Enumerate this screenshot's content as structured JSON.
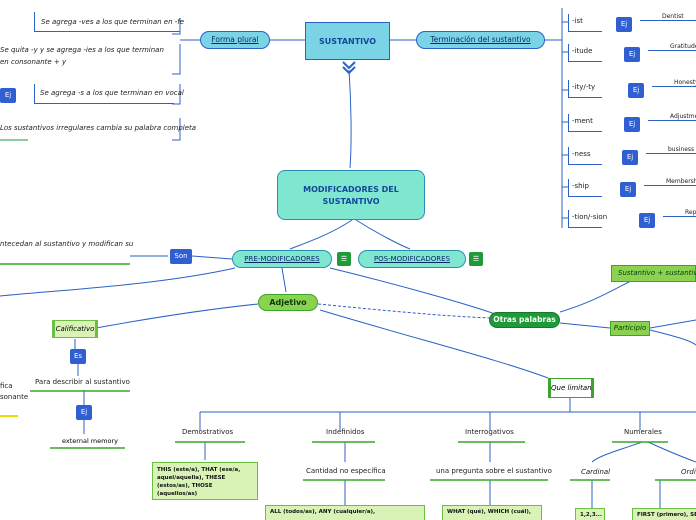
{
  "colors": {
    "line": "#2b62c6",
    "blue": "#2f5fd1",
    "teal": "#7ad4e6",
    "aqua": "#7fe6d0",
    "green": "#8ad24f",
    "dark_green": "#1f9a39"
  },
  "top_left": {
    "items": [
      "Se agrega -ves a los que terminan en -fe",
      "Se quita -y y se agrega -ies a los que terminan en consonante + y",
      "Se agrega -s a los que terminan en vocal",
      "Los sustantivos irregulares cambia su palabra completa"
    ],
    "ej": "Ej",
    "forma_plural": "Forma plural"
  },
  "sustantivo": "SUSTANTIVO",
  "terminacion": "Terminación del sustantivo",
  "suffixes": [
    {
      "suffix": "-ist",
      "example": "Dentist"
    },
    {
      "suffix": "-itude",
      "example": "Gratitude"
    },
    {
      "suffix": "-ity/-ty",
      "example": "Honesty"
    },
    {
      "suffix": "-ment",
      "example": "Adjustment"
    },
    {
      "suffix": "-ness",
      "example": "business"
    },
    {
      "suffix": "-ship",
      "example": "Membership"
    },
    {
      "suffix": "-tion/-sion",
      "example": "Rep"
    }
  ],
  "modificadores": "MODIFICADORES DEL SUSTANTIVO",
  "pre": "PRE-MODIFICADORES",
  "pos": "POS-MODIFICADORES",
  "menu_glyph": "☰",
  "son": "Son",
  "preceden": "ntecedan al sustantivo y modifican su",
  "adjetivo": "Adjetivo",
  "otras": "Otras palabras",
  "sust_sust": "Sustantivo + sustantivo",
  "participio": "Participio",
  "calificativo": "Calificativo",
  "es": "Es",
  "para_describir": "Para describir al sustantivo",
  "ej": "Ej",
  "external_memory": "external memory",
  "left_cut": [
    "fica",
    "sonante"
  ],
  "que_limitan": "Que limitan",
  "categories": [
    "Demostrativos",
    "Indefinidos",
    "Interrogativos",
    "Numerales"
  ],
  "demostrativos_text": "THIS (este/a), THAT (ese/a, aquel/aquella), THESE (estos/as), THOSE (aquellos/as)",
  "indefinidos_desc": "Cantidad no específica",
  "indefinidos_text": "ALL (todos/as), ANY (cualquier/a),",
  "interrogativos_desc": "una pregunta sobre el sustantivo",
  "interrogativos_text": "WHAT (qué), WHICH (cuál),",
  "cardinal": "Cardinal",
  "ordinal": "Ordin",
  "cardinal_text": "1,2,3...",
  "ordinal_text": "FIRST (primero), SE"
}
